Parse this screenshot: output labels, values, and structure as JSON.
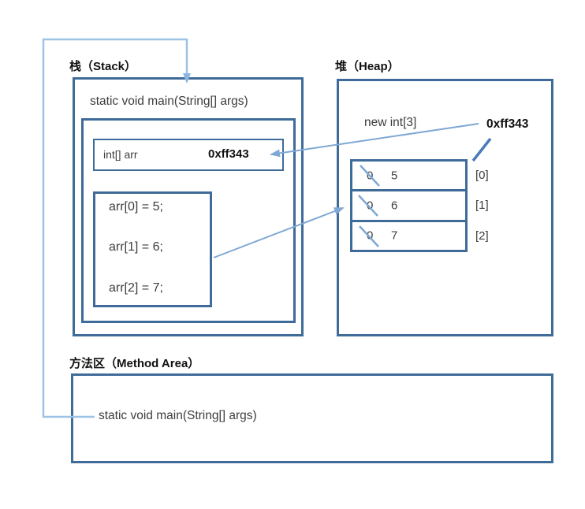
{
  "colors": {
    "box_border": "#3f6b99",
    "connector_line": "#9cc3e6",
    "arrow_line": "#7fa8d4",
    "callout_line": "#4a7cb8",
    "body_text": "#3d3d3d",
    "label_text": "#111111"
  },
  "stack": {
    "label": "栈（Stack）",
    "frame_title": "static void main(String[] args)",
    "variable": {
      "name": "int[] arr",
      "value": "0xff343"
    },
    "code_lines": [
      "arr[0] = 5;",
      "arr[1] = 6;",
      "arr[2] = 7;"
    ]
  },
  "heap": {
    "label": "堆（Heap）",
    "allocation": "new int[3]",
    "address": "0xff343",
    "array_cells": [
      {
        "old": "0",
        "new": "5",
        "index": "[0]"
      },
      {
        "old": "0",
        "new": "6",
        "index": "[1]"
      },
      {
        "old": "0",
        "new": "7",
        "index": "[2]"
      }
    ]
  },
  "method_area": {
    "label": "方法区（Method Area）",
    "entry": "static void main(String[] args)"
  }
}
